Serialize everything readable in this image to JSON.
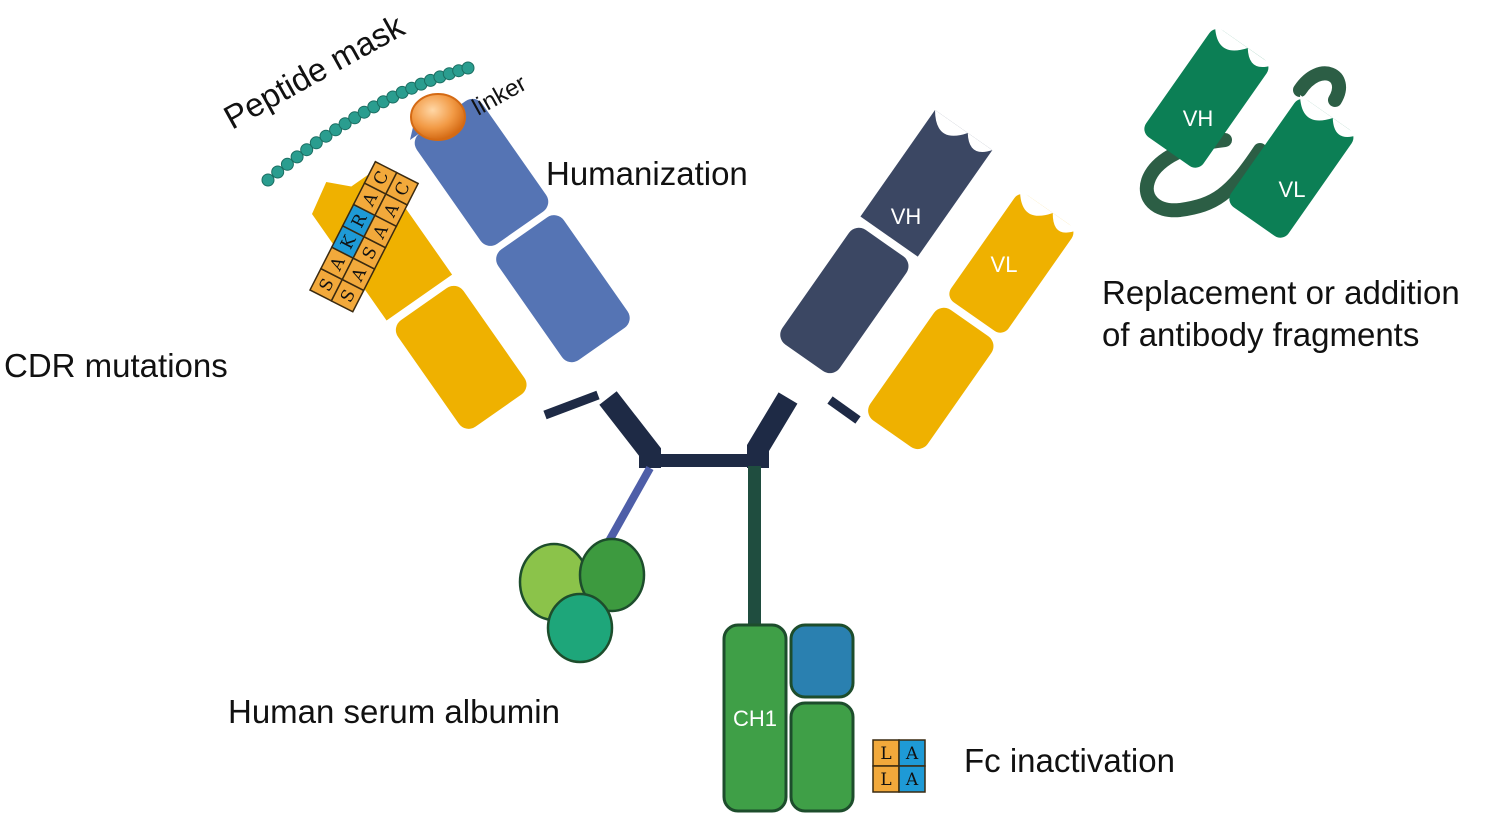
{
  "labels": {
    "peptide_mask": "Peptide mask",
    "linker": "linker",
    "humanization": "Humanization",
    "cdr_mutations": "CDR mutations",
    "replacement_line1": "Replacement or addition",
    "replacement_line2": "of antibody fragments",
    "human_serum_albumin": "Human serum albumin",
    "fc_inactivation": "Fc inactivation"
  },
  "chains": {
    "vh": "VH",
    "vl": "VL",
    "frag_vh": "VH",
    "frag_vl": "VL",
    "ch1": "CH1"
  },
  "cdr_grid": {
    "row1": [
      "C",
      "A",
      "R",
      "K",
      "A",
      "S"
    ],
    "row2": [
      "C",
      "A",
      "A",
      "S",
      "A",
      "S"
    ],
    "highlight_color": "#1e9ad6",
    "base_color": "#f2a93b"
  },
  "fc_grid": {
    "row1": [
      "L",
      "L"
    ],
    "row2": [
      "A",
      "A"
    ]
  },
  "colors": {
    "heavy_left": "#5574b4",
    "heavy_right": "#3b4763",
    "light": "#efb100",
    "fragment": "#0c7f55",
    "fc_chain": "#3f9f47",
    "fc_blue": "#2a80b0",
    "albumin": [
      "#8bc34a",
      "#3d9a3f",
      "#1ea67a"
    ],
    "mask_beads": "#2a9d8f",
    "linker": "#e87b23"
  }
}
